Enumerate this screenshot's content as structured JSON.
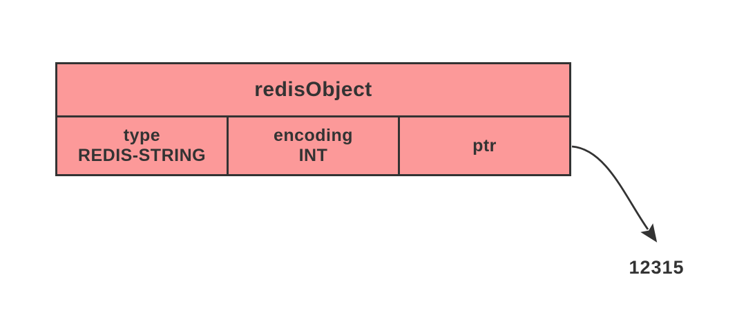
{
  "diagram": {
    "header": "redisObject",
    "cells": [
      {
        "label": "type",
        "value": "REDIS-STRING"
      },
      {
        "label": "encoding",
        "value": "INT"
      },
      {
        "label": "ptr",
        "value": ""
      }
    ],
    "pointer_target": "12315",
    "colors": {
      "fill": "#FC9999",
      "border": "#333333",
      "text": "#333333",
      "arrow": "#333333",
      "background": "#FFFFFF"
    }
  }
}
